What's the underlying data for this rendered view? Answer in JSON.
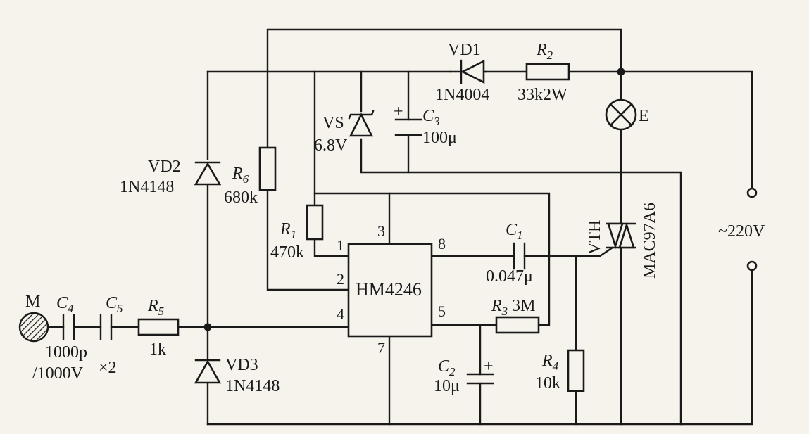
{
  "labels": {
    "vd1": "VD1",
    "vd1_part": "1N4004",
    "r2": "R",
    "r2_sub": "2",
    "r2_val": "33k2W",
    "lamp": "E",
    "vs": "VS",
    "vs_val": "6.8V",
    "c3": "C",
    "c3_sub": "3",
    "c3_val": "100μ",
    "c3_plus": "+",
    "vd2": "VD2",
    "vd2_part": "1N4148",
    "r6": "R",
    "r6_sub": "6",
    "r6_val": "680k",
    "r1": "R",
    "r1_sub": "1",
    "r1_val": "470k",
    "ic": "HM4246",
    "pin1": "1",
    "pin2": "2",
    "pin3": "3",
    "pin4": "4",
    "pin5": "5",
    "pin7": "7",
    "pin8": "8",
    "c1": "C",
    "c1_sub": "1",
    "c1_val": "0.047μ",
    "vth": "VTH",
    "triac_part": "MAC97A6",
    "supply": "~220V",
    "m": "M",
    "c4": "C",
    "c4_sub": "4",
    "c5": "C",
    "c5_sub": "5",
    "c45_val1": "1000p",
    "c45_val2": "/1000V",
    "c45_mult": "×2",
    "r5": "R",
    "r5_sub": "5",
    "r5_val": "1k",
    "vd3": "VD3",
    "vd3_part": "1N4148",
    "r3": "R",
    "r3_sub": "3",
    "r3_val": "3M",
    "c2": "C",
    "c2_sub": "2",
    "c2_val": "10μ",
    "c2_plus": "+",
    "r4": "R",
    "r4_sub": "4",
    "r4_val": "10k"
  }
}
